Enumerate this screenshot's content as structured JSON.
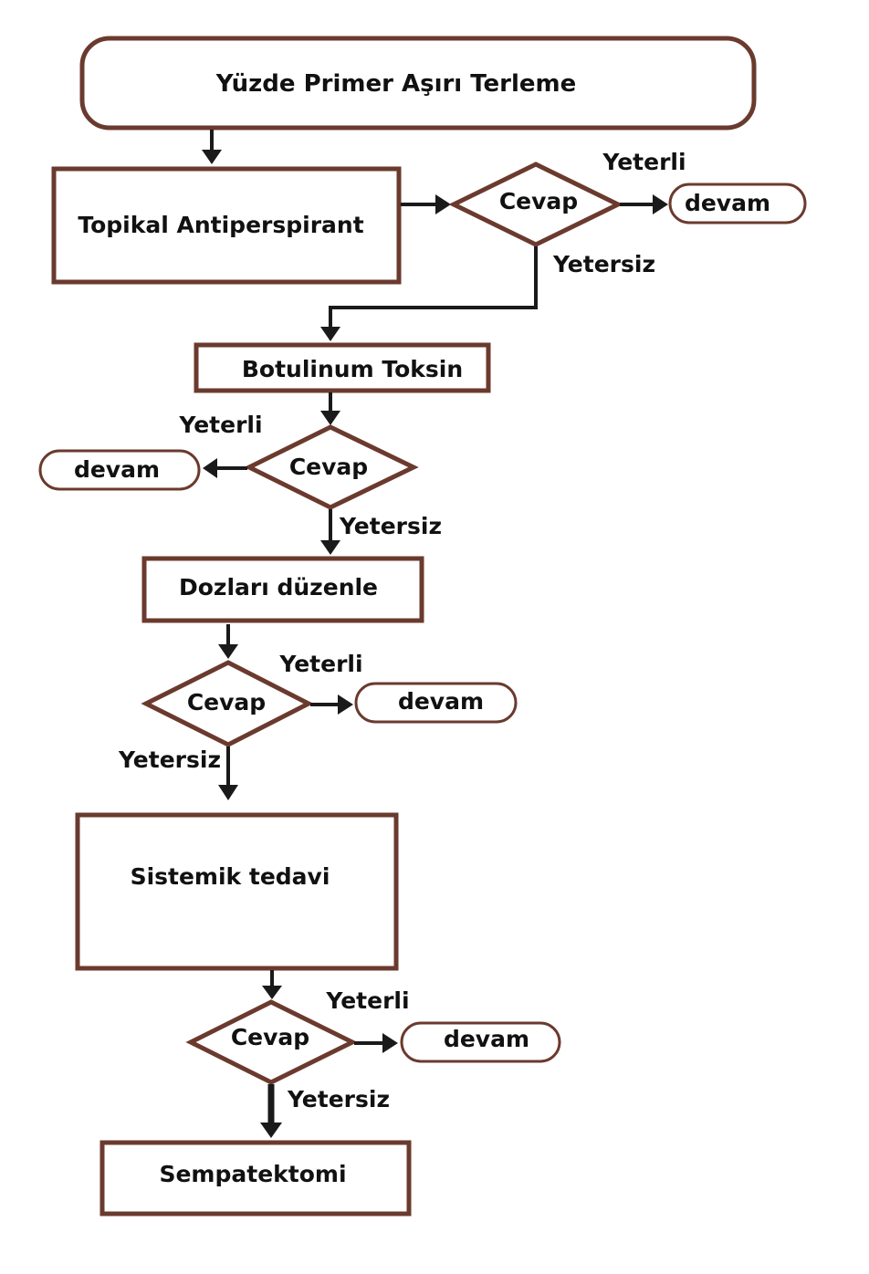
{
  "diagram": {
    "title": "Yüzde Primer Aşırı Terleme",
    "steps": [
      "Topikal Antiperspirant",
      "Botulinum Toksin",
      "Dozları düzenle",
      "Sistemik tedavi",
      "Sempatektomi"
    ],
    "decision_label": "Cevap",
    "yes_label": "Yeterli",
    "no_label": "Yetersiz",
    "continue_label": "devam"
  }
}
